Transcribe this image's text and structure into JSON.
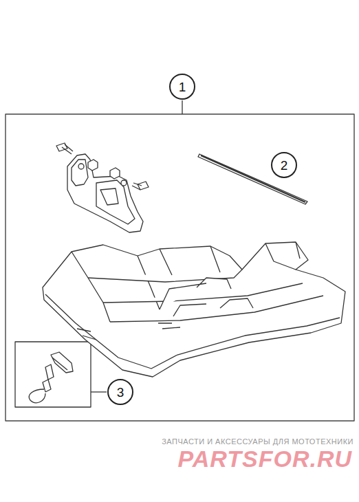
{
  "diagram": {
    "nodes": [
      {
        "text": [
          "1"
        ]
      },
      {
        "text": [
          "2"
        ]
      },
      {
        "text": [
          "3"
        ]
      }
    ],
    "labels": [
      "ЗАПЧАСТИ И АКСЕССУАРЫ ДЛЯ МОТОТЕХНИКИ",
      "PARTSFOR.RU"
    ]
  }
}
